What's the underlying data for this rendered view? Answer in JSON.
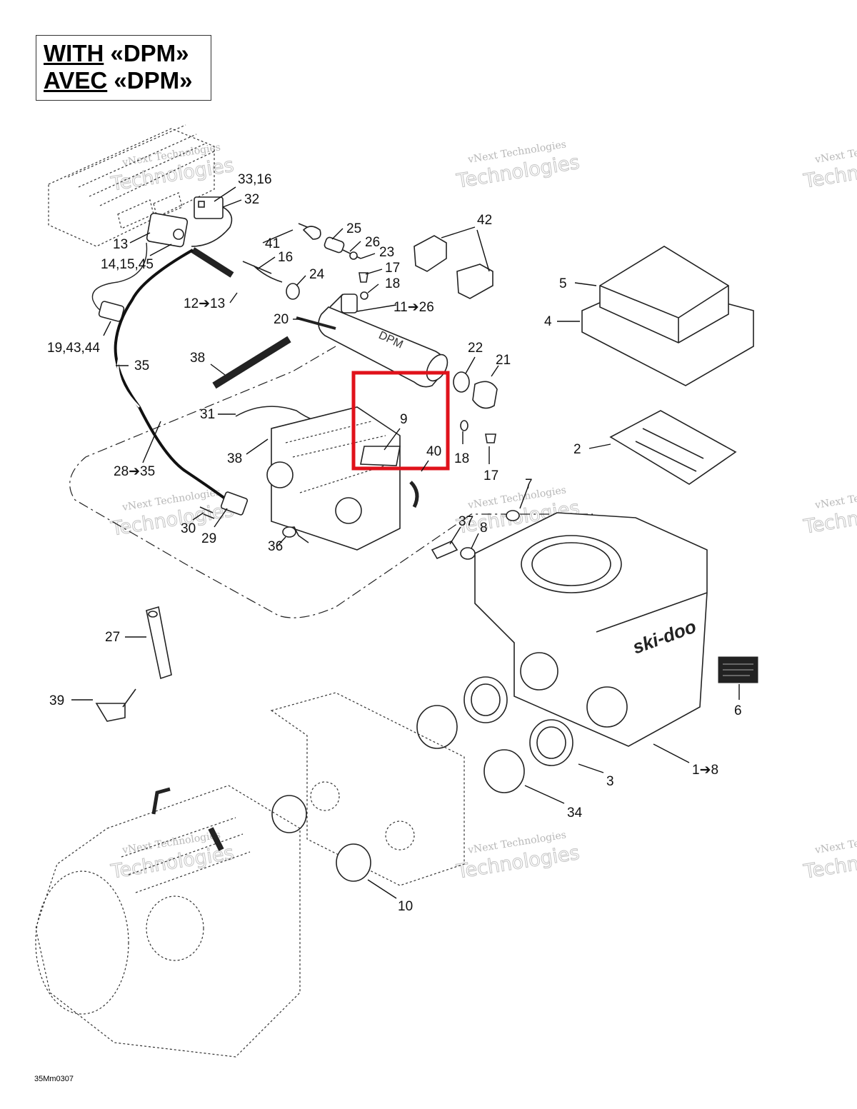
{
  "header": {
    "line1_word": "WITH",
    "line1_tag": "«DPM»",
    "line2_word": "AVEC",
    "line2_tag": "«DPM»"
  },
  "figure_code": "35Mm0307",
  "watermark": {
    "small": "vNext Technologies",
    "large": "Technologies"
  },
  "callouts": [
    "33,16",
    "32",
    "13",
    "14,15,45",
    "41",
    "16",
    "25",
    "26",
    "23",
    "17",
    "18",
    "24",
    "42",
    "12➔13",
    "20",
    "11➔26",
    "5",
    "4",
    "19,43,44",
    "35",
    "38",
    "22",
    "21",
    "31",
    "9",
    "40",
    "18",
    "17",
    "2",
    "38",
    "28➔35",
    "7",
    "30",
    "29",
    "37",
    "8",
    "36",
    "27",
    "6",
    "39",
    "1➔8",
    "3",
    "34",
    "10"
  ],
  "highlight": {
    "color": "#e0121b",
    "label": "9"
  }
}
